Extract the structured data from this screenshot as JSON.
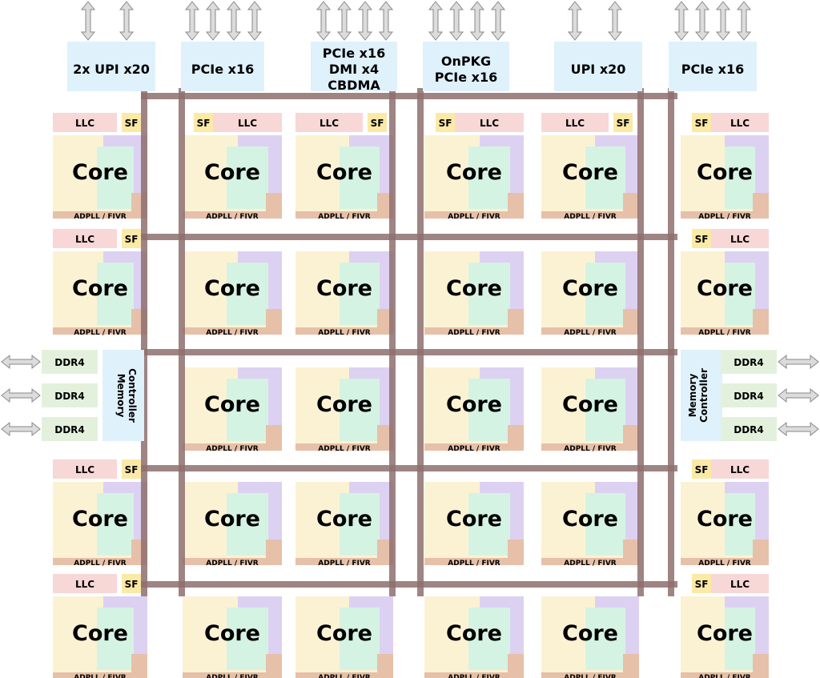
{
  "labels": {
    "core": "Core",
    "llc": "LLC",
    "sf": "SF",
    "adpll": "ADPLL / FIVR",
    "ddr": "DDR4",
    "memory_controller_line1": "Memory",
    "memory_controller_line2": "Controller"
  },
  "io_blocks": [
    {
      "lines": [
        "2x UPI x20"
      ]
    },
    {
      "lines": [
        "PCIe x16"
      ]
    },
    {
      "lines": [
        "PCIe x16",
        "DMI x4",
        "CBDMA"
      ]
    },
    {
      "lines": [
        "OnPKG",
        "PCIe x16"
      ]
    },
    {
      "lines": [
        "UPI x20"
      ]
    },
    {
      "lines": [
        "PCIe x16"
      ]
    }
  ],
  "colors": {
    "io_block": "#dff1fb",
    "llc": "#f8d7d7",
    "sf": "#fbe9a6",
    "core_left": "#fbf2d3",
    "core_green": "#d5f3e3",
    "core_purple": "#ddd1f2",
    "adpll_bar": "#e6c0a8",
    "mesh": "#8e6e6e",
    "ddr": "#e3f1dc",
    "arrow": "#dcdcdc"
  }
}
